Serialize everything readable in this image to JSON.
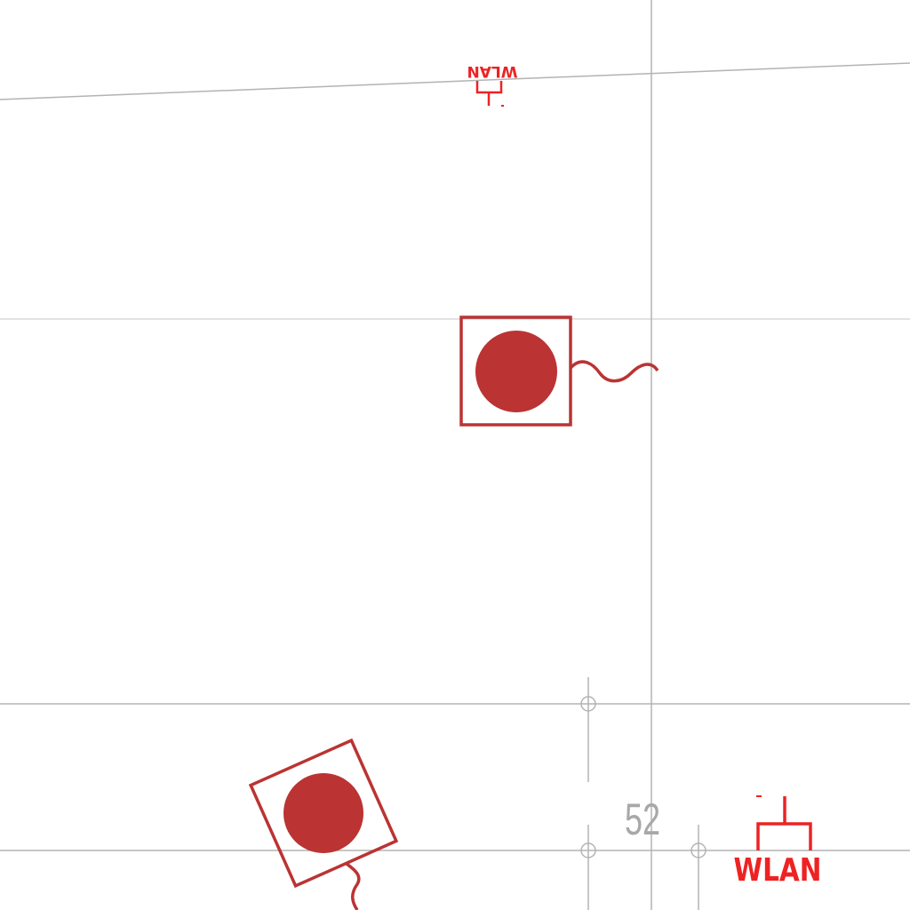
{
  "colors": {
    "grid": "#b3b3b3",
    "alarm": "#bb3333",
    "wlan": "#ee2222",
    "dimension_text": "#a8a8a8",
    "background": "#ffffff"
  },
  "symbols": {
    "wlan_top_label": "WLAN",
    "wlan_bottom_label": "WLAN",
    "dimension_label": "52"
  },
  "icons": {
    "alarm_upper": "manual-call-point-icon",
    "alarm_lower": "manual-call-point-icon",
    "wlan_upper": "wlan-access-point-icon",
    "wlan_lower": "wlan-access-point-icon"
  }
}
